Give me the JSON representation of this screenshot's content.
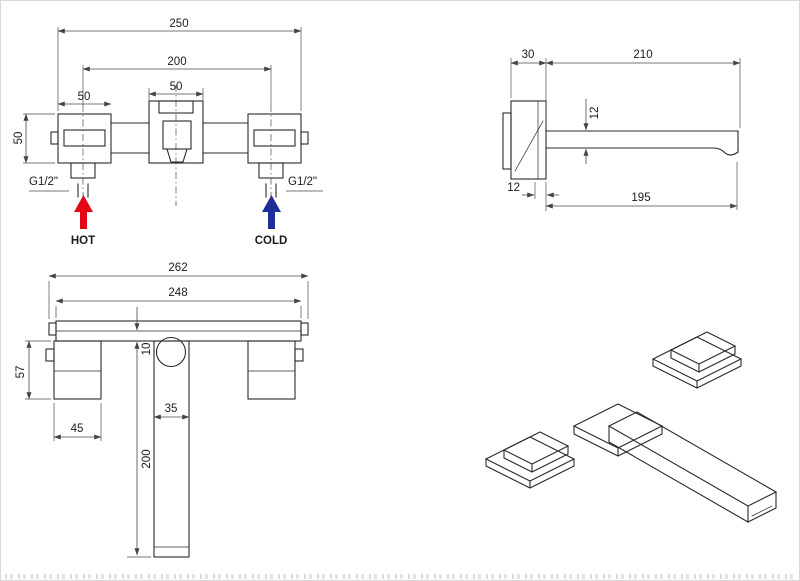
{
  "drawing": {
    "front_view": {
      "dim_overall_width": "250",
      "dim_center_distance": "200",
      "dim_handle_width": "50",
      "dim_spout_plate_width": "50",
      "dim_body_height": "50",
      "thread_left": "G1/2\"",
      "thread_right": "G1/2\"",
      "hot_label": "HOT",
      "cold_label": "COLD"
    },
    "side_view": {
      "dim_base_depth": "30",
      "dim_spout_projection": "210",
      "dim_spout_height": "12",
      "dim_plate_thickness": "12",
      "dim_reach": "195"
    },
    "plan_view": {
      "dim_overall_width": "262",
      "dim_body_width": "248",
      "dim_plate_thickness": "10",
      "dim_handle_depth": "57",
      "dim_handle_width": "45",
      "dim_spout_width": "35",
      "dim_spout_length": "200"
    },
    "colors": {
      "hot": "#e30613",
      "cold": "#1e2f97",
      "line": "#2a2a2a",
      "dim": "#4a4a4a"
    }
  }
}
